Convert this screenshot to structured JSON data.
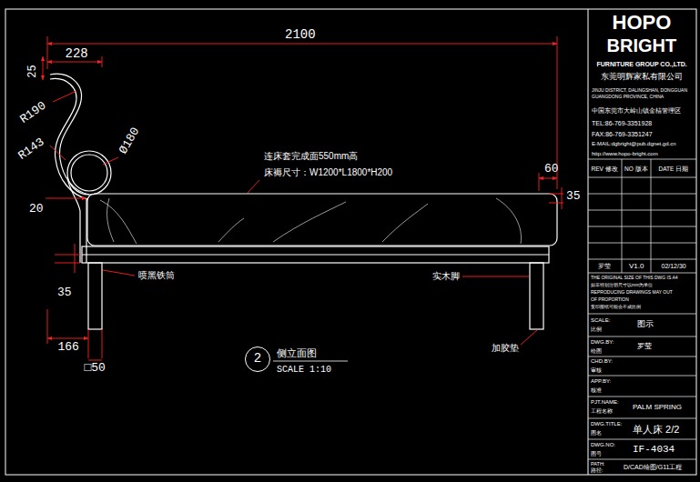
{
  "diagram": {
    "nodes": [
      {
        "text": [
          "2"
        ]
      }
    ],
    "labels": [
      "2100",
      "228",
      "25",
      "R190",
      "Ø180",
      "R143",
      "20",
      "60",
      "35",
      "35",
      "166",
      "□50",
      "连床套完成面550mm高",
      "床褥尺寸：W1200*L1800*H200",
      "喷黑铁筒",
      "实木脚",
      "加胶垫",
      "侧立面图",
      "SCALE 1:10",
      "HOPO",
      "BRIGHT",
      "FURNITURE GROUP CO.,LTD.",
      "东莞明辉家私有限公司",
      "JINJU DISTRICT, DALINGSHAN, DONGGUAN",
      "GUANGDONG PROVINCE, CHINA",
      "中国东莞市大岭山镇金桔管理区",
      "TEL:86-769-3351928",
      "FAX:86-769-3351247",
      "E-MAIL:dgbright@pub.dgnet.gd.cn",
      "http://www.hopo-bright.com",
      "REV 修改",
      "NO 版本",
      "DATE 日期",
      "罗莹",
      "V1.0",
      "02/12/30",
      "THE ORIGINAL SIZE OF THIS DWG IS A4",
      "如非特别注明尺寸以mm为单位",
      "REPRODUCING DRAWINGS MAY OUT",
      "OF PROPORTION",
      "复印图纸可能会不成比例",
      "SCALE:",
      "比例",
      "图示",
      "DWG.BY:",
      "绘图",
      "罗莹",
      "CHD.BY:",
      "审核",
      "APP.BY:",
      "核准",
      "PJT.NAME:",
      "工程名称",
      "PALM SPRING",
      "DWG.TITLE:",
      "图名",
      "单人床 2/2",
      "DWG.NO:",
      "图号",
      "IF-4034",
      "PATH:",
      "路径:",
      "D/CAD绘图/G11工程"
    ]
  }
}
